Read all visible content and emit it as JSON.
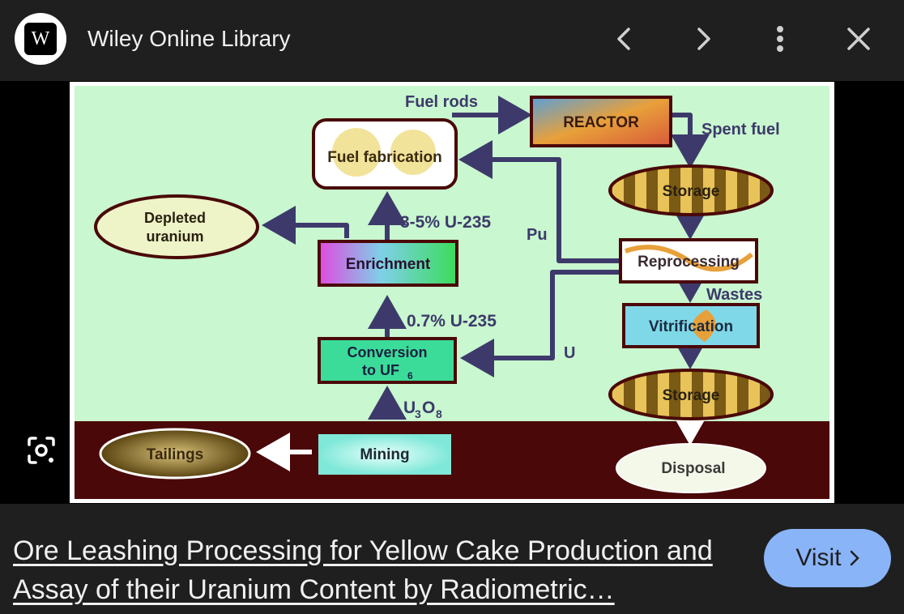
{
  "header": {
    "favicon_letter": "W",
    "site_title": "Wiley Online Library",
    "icons": [
      "back-icon",
      "forward-icon",
      "more-vert-icon",
      "close-icon"
    ]
  },
  "diagram": {
    "fuel_fabrication": "Fuel fabrication",
    "reactor": "REACTOR",
    "fuel_rods": "Fuel rods",
    "spent_fuel": "Spent fuel",
    "storage_1": "Storage",
    "reprocessing": "Reprocessing",
    "pu": "Pu",
    "u": "U",
    "wastes": "Wastes",
    "vitrification": "Vitrification",
    "storage_2": "Storage",
    "disposal": "Disposal",
    "depleted_uranium_line1": "Depleted",
    "depleted_uranium_line2": "uranium",
    "enrichment": "Enrichment",
    "enrich_pct": "3-5% U-235",
    "natural_pct": "0.7% U-235",
    "conversion_line1": "Conversion",
    "conversion_line2": "to UF",
    "conversion_sub": "6",
    "u3o8_u": "U",
    "u3o8_3": "3",
    "u3o8_o": "O",
    "u3o8_8": "8",
    "mining": "Mining",
    "tailings": "Tailings"
  },
  "result": {
    "title": "Ore Leashing Processing for Yellow Cake Production and Assay of their Uranium Content by Radiometric…",
    "visit_label": "Visit",
    "visit_icon": "chevron-right-icon"
  },
  "colors": {
    "background": "#1f1f1f",
    "diagram_bg": "#c9f7cf",
    "ground": "#4a0808",
    "arrow": "#3d3a6b",
    "visit_button": "#8ab4f8"
  }
}
